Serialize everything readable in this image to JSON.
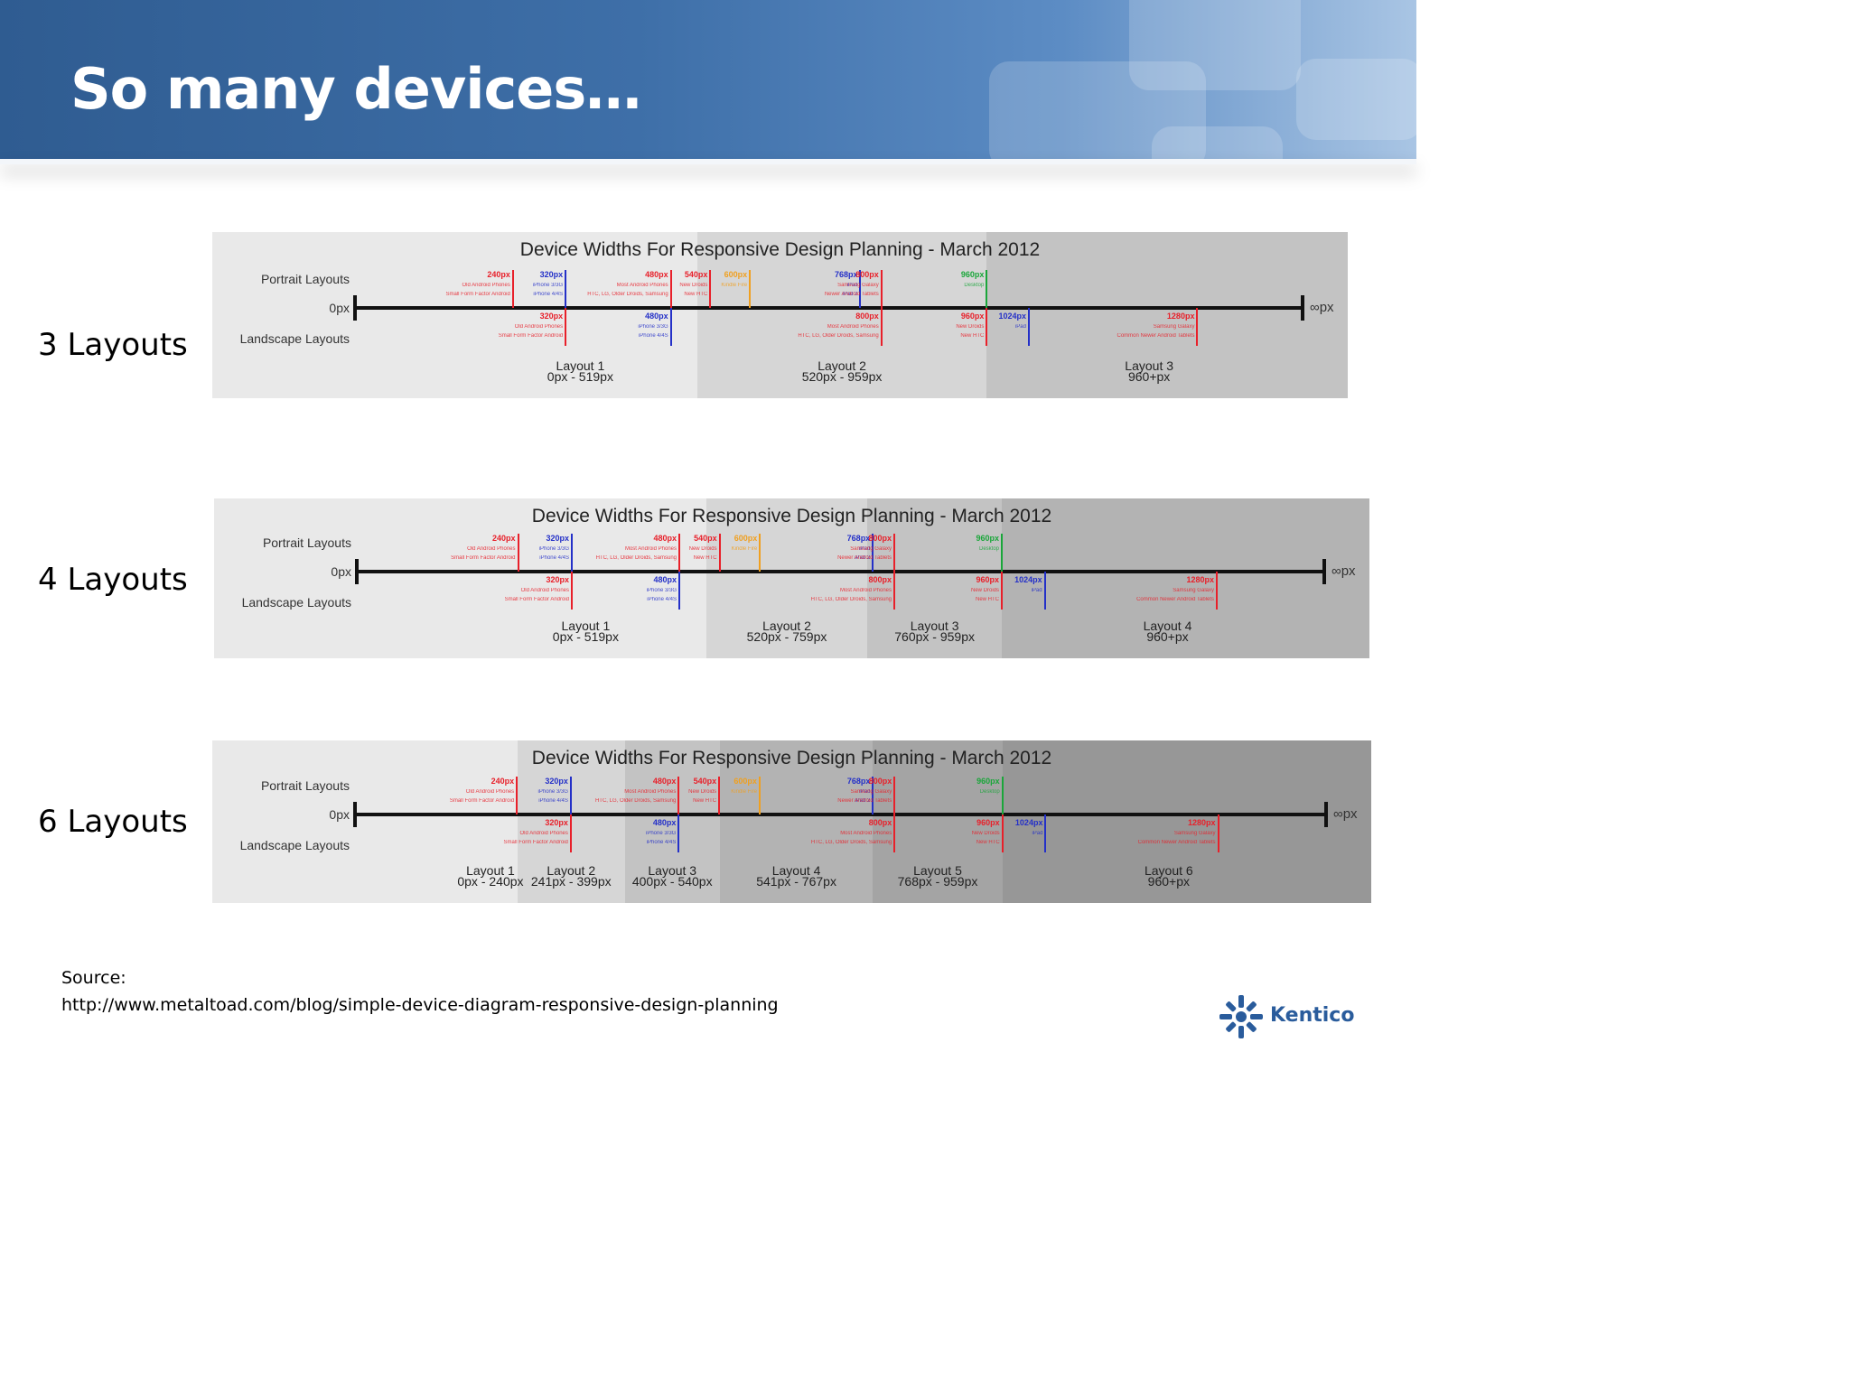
{
  "slide": {
    "title": "So many devices…",
    "source_label": "Source:",
    "source_url": "http://www.metaltoad.com/blog/simple-device-diagram-responsive-design-planning",
    "logo_text": "Kentico"
  },
  "colors": {
    "red": "#e8202a",
    "blue": "#2430c8",
    "orange": "#f0a020",
    "green": "#1aa63a",
    "axis": "#111111"
  },
  "diagram_common": {
    "title": "Device Widths For Responsive Design Planning - March 2012",
    "portrait_label": "Portrait Layouts",
    "landscape_label": "Landscape Layouts",
    "zero_label": "0px",
    "infinity_label": "∞px",
    "axis_max": 1440,
    "portrait_marks": [
      {
        "value": 240,
        "label": "240px",
        "color": "red",
        "lines": [
          "Old Android Phones",
          "Small Form Factor Android"
        ]
      },
      {
        "value": 320,
        "label": "320px",
        "color": "blue",
        "lines": [
          "iPhone 3/3G",
          "iPhone 4/4S"
        ]
      },
      {
        "value": 480,
        "label": "480px",
        "color": "red",
        "lines": [
          "Most Android Phones",
          "HTC, LG, Older Droids, Samsung"
        ]
      },
      {
        "value": 540,
        "label": "540px",
        "color": "red",
        "lines": [
          "New Droids",
          "New HTC"
        ]
      },
      {
        "value": 600,
        "label": "600px",
        "color": "orange",
        "lines": [
          "Kindle Fire",
          ""
        ]
      },
      {
        "value": 768,
        "label": "768px",
        "color": "blue",
        "lines": [
          "iPad",
          "iPad 2"
        ]
      },
      {
        "value": 800,
        "label": "800px",
        "color": "red",
        "lines": [
          "Samsung Galaxy",
          "Newer Android Tablets"
        ]
      },
      {
        "value": 960,
        "label": "960px",
        "color": "green",
        "lines": [
          "Desktop",
          ""
        ]
      }
    ],
    "landscape_marks": [
      {
        "value": 320,
        "label": "320px",
        "color": "red",
        "lines": [
          "Old Android Phones",
          "Small Form Factor Android"
        ]
      },
      {
        "value": 480,
        "label": "480px",
        "color": "blue",
        "lines": [
          "iPhone 3/3G",
          "iPhone 4/4S"
        ]
      },
      {
        "value": 800,
        "label": "800px",
        "color": "red",
        "lines": [
          "Most Android Phones",
          "HTC, LG, Older Droids, Samsung"
        ]
      },
      {
        "value": 960,
        "label": "960px",
        "color": "red",
        "lines": [
          "New Droids",
          "New HTC"
        ]
      },
      {
        "value": 1024,
        "label": "1024px",
        "color": "blue",
        "lines": [
          "iPad",
          ""
        ]
      },
      {
        "value": 1280,
        "label": "1280px",
        "color": "red",
        "lines": [
          "Samsung Galaxy",
          "Common Newer Android Tablets"
        ]
      }
    ]
  },
  "diagrams": [
    {
      "row_label": "3 Layouts",
      "layouts": [
        {
          "name": "Layout 1",
          "range": "0px - 519px",
          "start": 0,
          "end": 519
        },
        {
          "name": "Layout 2",
          "range": "520px - 959px",
          "start": 520,
          "end": 959
        },
        {
          "name": "Layout 3",
          "range": "960+px",
          "start": 960,
          "end": 1440
        }
      ]
    },
    {
      "row_label": "4 Layouts",
      "layouts": [
        {
          "name": "Layout 1",
          "range": "0px - 519px",
          "start": 0,
          "end": 519
        },
        {
          "name": "Layout 2",
          "range": "520px - 759px",
          "start": 520,
          "end": 759
        },
        {
          "name": "Layout 3",
          "range": "760px - 959px",
          "start": 760,
          "end": 959
        },
        {
          "name": "Layout 4",
          "range": "960+px",
          "start": 960,
          "end": 1440
        }
      ]
    },
    {
      "row_label": "6 Layouts",
      "layouts": [
        {
          "name": "Layout 1",
          "range": "0px - 240px",
          "start": 0,
          "end": 240
        },
        {
          "name": "Layout 2",
          "range": "241px - 399px",
          "start": 241,
          "end": 399
        },
        {
          "name": "Layout 3",
          "range": "400px - 540px",
          "start": 400,
          "end": 540
        },
        {
          "name": "Layout 4",
          "range": "541px - 767px",
          "start": 541,
          "end": 767
        },
        {
          "name": "Layout 5",
          "range": "768px - 959px",
          "start": 768,
          "end": 959
        },
        {
          "name": "Layout 6",
          "range": "960+px",
          "start": 960,
          "end": 1440
        }
      ]
    }
  ]
}
